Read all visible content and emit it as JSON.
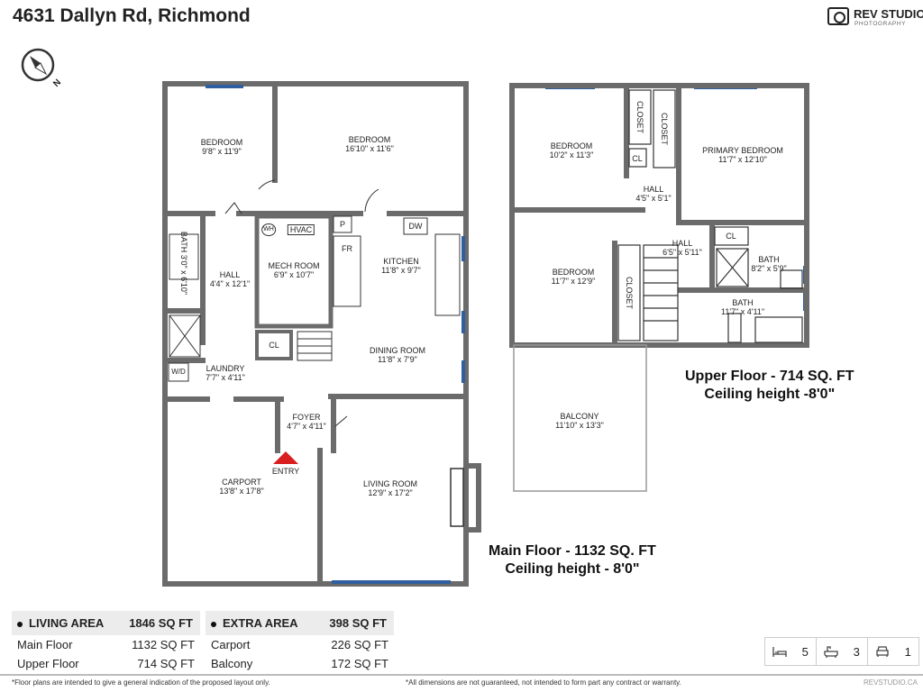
{
  "header": {
    "title": "4631 Dallyn Rd, Richmond",
    "logo_name": "REV STUDIO",
    "logo_sub": "PHOTOGRAPHY",
    "compass_label": "N"
  },
  "main_floor": {
    "rooms": [
      {
        "name": "BEDROOM",
        "dim": "9'8\" x 11'9\""
      },
      {
        "name": "BEDROOM",
        "dim": "16'10\" x 11'6\""
      },
      {
        "name": "HALL",
        "dim": "4'4\" x 12'1\""
      },
      {
        "name": "MECH ROOM",
        "dim": "6'9\" x 10'7\""
      },
      {
        "name": "KITCHEN",
        "dim": "11'8\" x 9'7\""
      },
      {
        "name": "DINING ROOM",
        "dim": "11'8\" x 7'9\""
      },
      {
        "name": "LAUNDRY",
        "dim": "7'7\" x 4'11\""
      },
      {
        "name": "FOYER",
        "dim": "4'7\" x 4'11\""
      },
      {
        "name": "CARPORT",
        "dim": "13'8\" x 17'8\""
      },
      {
        "name": "LIVING ROOM",
        "dim": "12'9\" x 17'2\""
      },
      {
        "name": "BATH",
        "dim": "3'0\" x 6'10\""
      }
    ],
    "fixtures": {
      "wh": "WH",
      "hvac": "HVAC",
      "p": "P",
      "fr": "FR",
      "dw": "DW",
      "cl": "CL",
      "wd": "W/D"
    },
    "entry": "ENTRY",
    "label": "Main Floor - 1132 SQ. FT",
    "ceiling": "Ceiling height - 8'0\""
  },
  "upper_floor": {
    "rooms": [
      {
        "name": "BEDROOM",
        "dim": "10'2\" x 11'3\""
      },
      {
        "name": "PRIMARY BEDROOM",
        "dim": "11'7\" x 12'10\""
      },
      {
        "name": "HALL",
        "dim": "4'5\" x 5'1\""
      },
      {
        "name": "HALL",
        "dim": "6'5\" x 5'11\""
      },
      {
        "name": "BEDROOM",
        "dim": "11'7\" x 12'9\""
      },
      {
        "name": "BATH",
        "dim": "8'2\" x 5'9\""
      },
      {
        "name": "BATH",
        "dim": "11'7\" x 4'11\""
      },
      {
        "name": "BALCONY",
        "dim": "11'10\" x 13'3\""
      }
    ],
    "fixtures": {
      "closet": "CLOSET",
      "cl": "CL"
    },
    "label": "Upper Floor - 714 SQ. FT",
    "ceiling": "Ceiling height -8'0\""
  },
  "living_area": {
    "title": "LIVING AREA",
    "total": "1846 SQ FT",
    "rows": [
      {
        "label": "Main Floor",
        "value": "1132 SQ FT"
      },
      {
        "label": "Upper Floor",
        "value": "714 SQ FT"
      }
    ]
  },
  "extra_area": {
    "title": "EXTRA AREA",
    "total": "398 SQ FT",
    "rows": [
      {
        "label": "Carport",
        "value": "226 SQ FT"
      },
      {
        "label": "Balcony",
        "value": "172 SQ FT"
      }
    ]
  },
  "features": {
    "bedrooms": "5",
    "bathrooms": "3",
    "parking": "1"
  },
  "footer": {
    "note1": "*Floor plans are intended to give a general indication of the proposed layout only.",
    "note2": "*All dimensions are not guaranteed, not intended to form part any contract or warranty.",
    "site": "REVSTUDIO.CA"
  },
  "colors": {
    "wall": "#6b6b6b",
    "window": "#2f5f9e",
    "entry": "#d81e1e"
  }
}
